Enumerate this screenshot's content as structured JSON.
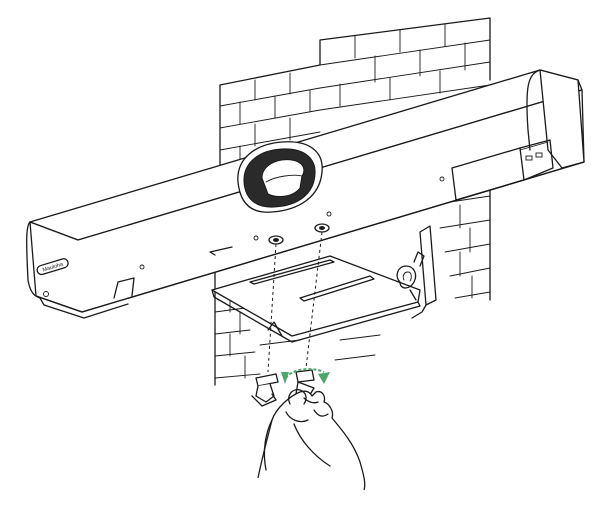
{
  "diagram": {
    "device": {
      "logo_text": "Mauloha"
    },
    "accent_color": "#4aa86a",
    "icons": [
      "brick-wall",
      "video-bar",
      "camera-lens",
      "mounting-bracket",
      "screw",
      "hand",
      "rotate-arrow"
    ]
  }
}
